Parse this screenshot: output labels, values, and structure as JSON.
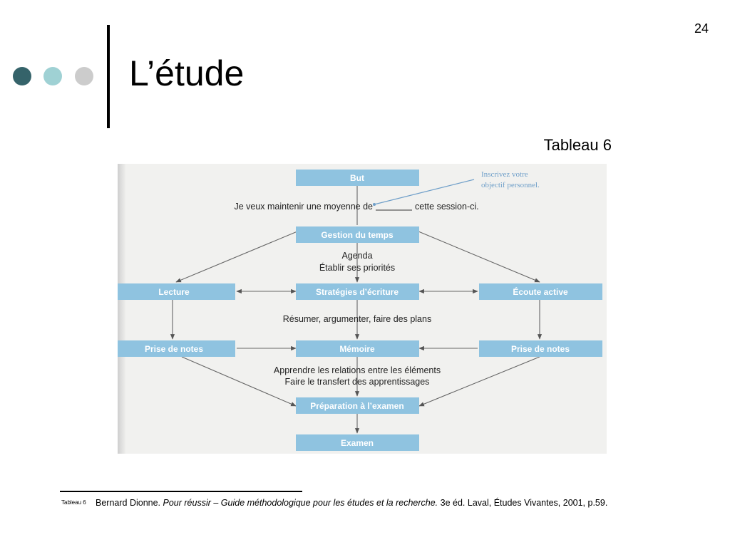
{
  "slide": {
    "number": "24",
    "title": "L’étude",
    "caption": "Tableau 6",
    "accent_colors": [
      "#35636a",
      "#9fd1d4",
      "#cccccc"
    ]
  },
  "diagram": {
    "box_color": "#8fc3e0",
    "nodes": {
      "but": "But",
      "gestion": "Gestion du temps",
      "lecture": "Lecture",
      "strategies": "Stratégies d’écriture",
      "ecoute": "Écoute active",
      "prise_left": "Prise de notes",
      "memoire": "Mémoire",
      "prise_right": "Prise de notes",
      "preparation": "Préparation à l’examen",
      "examen": "Examen"
    },
    "annotation": [
      "Inscrivez votre",
      "objectif personnel."
    ],
    "texts": {
      "goal_a": "Je veux maintenir une moyenne de",
      "goal_b": "cette session-ci.",
      "agenda": "Agenda",
      "priorities": "Établir ses priorités",
      "summarize": "Résumer, argumenter, faire des plans",
      "relations": "Apprendre les relations entre les éléments",
      "transfer": "Faire le transfert des apprentissages"
    }
  },
  "footnote": {
    "marker": "Tableau 6",
    "author": "Bernard Dionne. ",
    "book": "Pour réussir – Guide méthodologique pour les études et la recherche.",
    "details": " 3e éd. Laval, Études Vivantes, 2001, p.59."
  }
}
